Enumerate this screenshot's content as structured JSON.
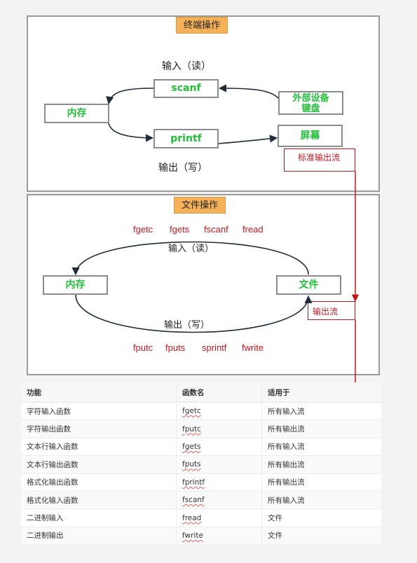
{
  "terminal": {
    "title": "终端操作",
    "input_label": "输入（读）",
    "output_label": "输出（写）",
    "memory": "内存",
    "scanf": "scanf",
    "printf": "printf",
    "keyboard_line1": "外部设备",
    "keyboard_line2": "键盘",
    "screen": "屏幕",
    "stdout_note": "标准输出流"
  },
  "file": {
    "title": "文件操作",
    "input_functions": [
      "fgetc",
      "fgets",
      "fscanf",
      "fread"
    ],
    "input_label": "输入（读）",
    "memory": "内存",
    "file": "文件",
    "output_label": "输出（写）",
    "output_functions": [
      "fputc",
      "fputs",
      "sprintf",
      "fwrite"
    ],
    "out_stream_note": "输出流"
  },
  "table": {
    "headers": [
      "功能",
      "函数名",
      "适用于"
    ],
    "rows": [
      [
        "字符输入函数",
        "fgetc",
        "所有输入流"
      ],
      [
        "字符输出函数",
        "fputc",
        "所有输出流"
      ],
      [
        "文本行输入函数",
        "fgets",
        "所有输入流"
      ],
      [
        "文本行输出函数",
        "fputs",
        "所有输出流"
      ],
      [
        "格式化输出函数",
        "fprintf",
        "所有输出流"
      ],
      [
        "格式化输入函数",
        "fscanf",
        "所有输入流"
      ],
      [
        "二进制输入",
        "fread",
        "文件"
      ],
      [
        "二进制输出",
        "fwrite",
        "文件"
      ]
    ]
  },
  "colors": {
    "highlight": "#c0181f",
    "node_text": "#21bf3a",
    "tag_fill": "#f5b158"
  }
}
